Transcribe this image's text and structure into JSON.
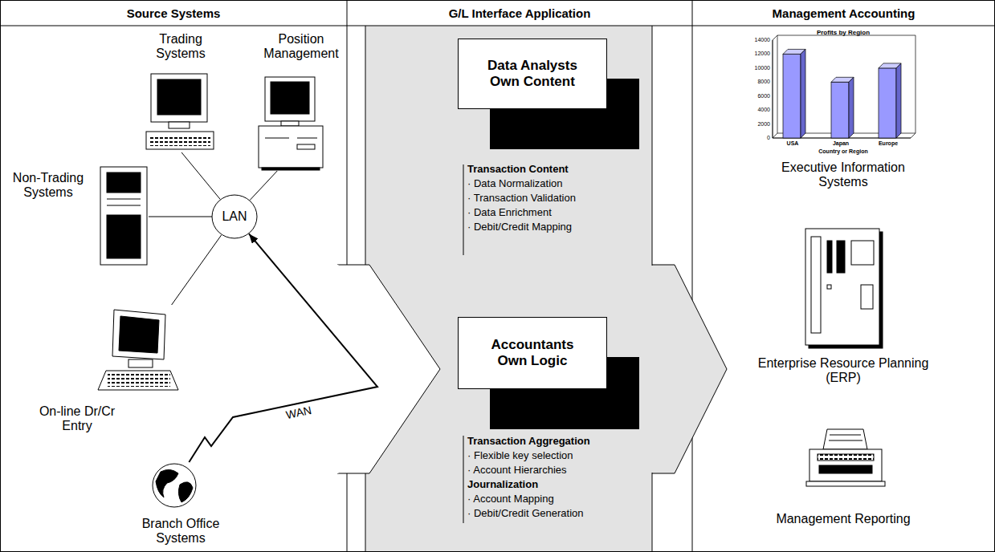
{
  "diagram": {
    "nodes": [
      {
        "text": [
          "Source Systems"
        ]
      },
      {
        "text": [
          "G/L Interface Application"
        ]
      },
      {
        "text": [
          "Management Accounting"
        ]
      },
      {
        "text": [
          "Trading Systems"
        ]
      },
      {
        "text": [
          "Position Management"
        ]
      },
      {
        "text": [
          "LAN"
        ]
      },
      {
        "text": [
          "Non-Trading Systems"
        ]
      },
      {
        "text": [
          "On-line Dr/Cr Entry"
        ]
      },
      {
        "text": [
          "Branch Office Systems"
        ]
      },
      {
        "text": [
          "Data Analysts Own Content"
        ]
      },
      {
        "text": [
          "Accountants Own Logic"
        ]
      },
      {
        "text": [
          "Executive Information Systems"
        ]
      },
      {
        "text": [
          "Enterprise Resource Planning (ERP)"
        ]
      },
      {
        "text": [
          "Management Reporting"
        ]
      }
    ],
    "edges": [
      {
        "from": 5,
        "to": 3,
        "arrow": "none"
      },
      {
        "from": 5,
        "to": 4,
        "arrow": "none"
      },
      {
        "from": 5,
        "to": 6,
        "arrow": "none"
      },
      {
        "from": 5,
        "to": 7,
        "arrow": "none"
      },
      {
        "from": 8,
        "to": 5,
        "label": "WAN",
        "arrow": "to"
      }
    ],
    "labels": [
      "Transaction Content",
      "· Data Normalization",
      "· Transaction Validation",
      "· Data Enrichment",
      "· Debit/Credit Mapping",
      "Transaction Aggregation",
      "· Flexible key selection",
      "· Account Hierarchies",
      "Journalization",
      "· Account Mapping",
      "· Debit/Credit Generation",
      "Profits by Region",
      "14000",
      "12000",
      "10000",
      "8000",
      "6000",
      "4000",
      "2000",
      "0",
      "USA",
      "Japan",
      "Europe",
      "Country or Region"
    ]
  }
}
